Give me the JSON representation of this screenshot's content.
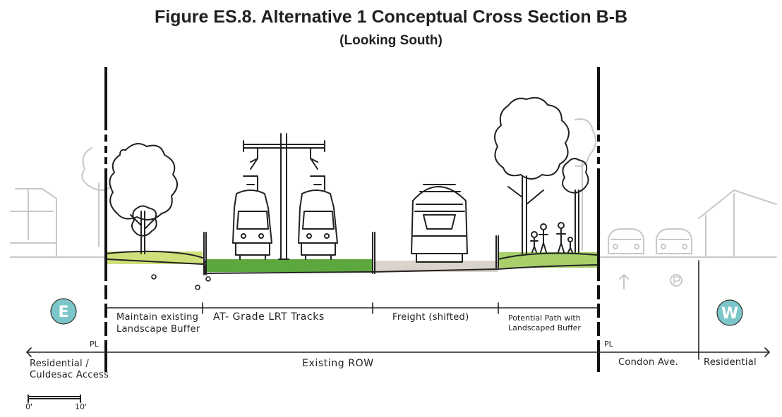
{
  "figure": {
    "title": "Figure ES.8. Alternative 1 Conceptual Cross Section B-B",
    "subtitle": "(Looking South)"
  },
  "compass": {
    "east": "E",
    "west": "W",
    "color": "#7cc6c9"
  },
  "segments": {
    "buffer_left_line1": "Maintain existing",
    "buffer_left_line2": "Landscape Buffer",
    "lrt": "AT- Grade LRT Tracks",
    "freight": "Freight (shifted)",
    "path_line1": "Potential Path with",
    "path_line2": "Landscaped Buffer"
  },
  "lower": {
    "residential_left_line1": "Residential /",
    "residential_left_line2": "Culdesac Access",
    "row": "Existing ROW",
    "condon": "Condon Ave.",
    "residential_right": "Residential",
    "pl_left": "PL",
    "pl_right": "PL"
  },
  "scale": {
    "start": "0'",
    "end": "10'"
  },
  "colors": {
    "buffer_left": "#cfe07a",
    "lrt_strip": "#5da83e",
    "freight_strip": "#d9d3cb",
    "path_strip": "#a8cf6a",
    "ghost": "#c8c8c8"
  }
}
